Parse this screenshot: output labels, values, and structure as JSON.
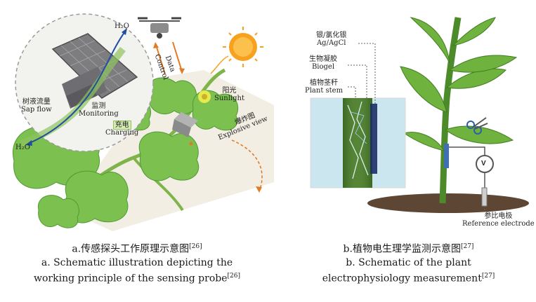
{
  "panel_a": {
    "labels": {
      "h2o_top": "H₂O",
      "h2o_bottom": "H₂O",
      "data": "Data",
      "control": "Control",
      "monitoring_cn": "监测",
      "monitoring_en": "Monitoring",
      "sap_flow_cn": "树液流量",
      "sap_flow_en": "Sap flow",
      "charging_cn": "充电",
      "charging_en": "Charging",
      "sunlight_cn": "阳光",
      "sunlight_en": "Sunlight",
      "explosive_cn": "爆炸图",
      "explosive_en": "Explosive view"
    },
    "caption": {
      "line1": "a.传感探头工作原理示意图",
      "line1_ref": "[26]",
      "line2": "a. Schematic illustration depicting the",
      "line3": "working principle of the sensing probe",
      "line3_ref": "[26]"
    }
  },
  "panel_b": {
    "labels": {
      "agcl_cn": "银/氯化银",
      "agcl_en": "Ag/AgCl",
      "biogel_cn": "生物凝胶",
      "biogel_en": "Biogel",
      "stem_cn": "植物茎秆",
      "stem_en": "Plant stem",
      "voltmeter": "V",
      "ref_cn": "参比电极",
      "ref_en": "Reference electrode"
    },
    "caption": {
      "line1": "b.植物电生理学监测示意图",
      "line1_ref": "[27]",
      "line2": "b. Schematic of the plant",
      "line3": "electrophysiology measurement",
      "line3_ref": "[27]"
    }
  }
}
